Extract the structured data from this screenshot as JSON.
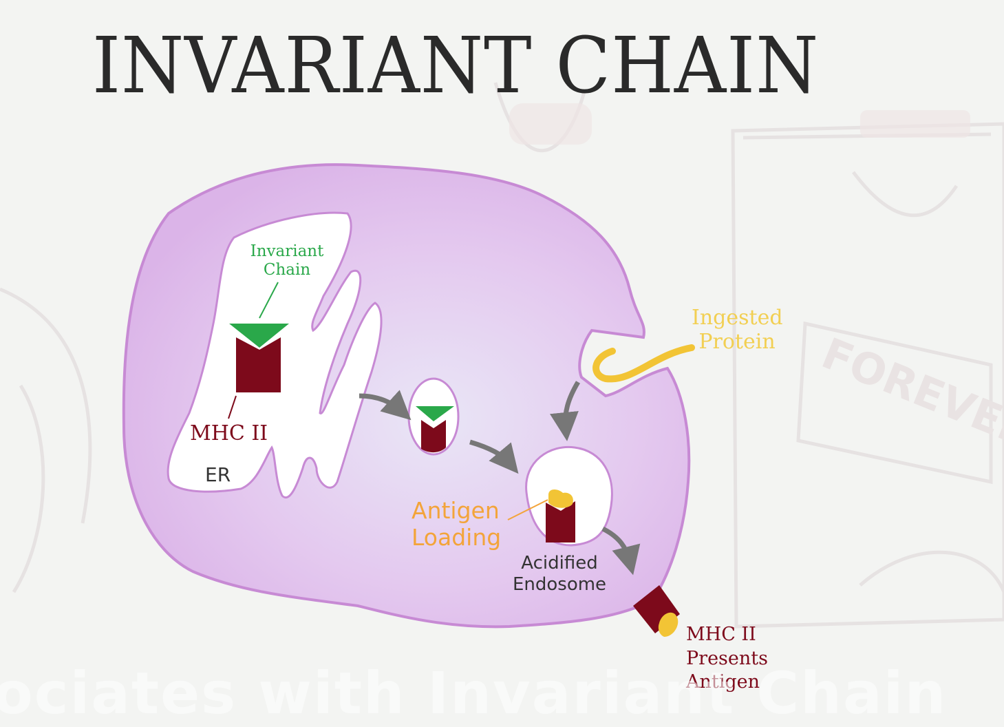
{
  "title": "INVARIANT CHAIN",
  "subtitle": "ociates with Invariant Chain",
  "background_text": "FOREVER",
  "labels": {
    "invariant_chain": "Invariant\nChain",
    "mhc_ii": "MHC II",
    "er": "ER",
    "ingested_protein": "Ingested\nProtein",
    "antigen_loading": "Antigen\nLoading",
    "acidified_endosome": "Acidified\nEndosome",
    "mhc_presents": "MHC II\nPresents\nAntigen"
  },
  "colors": {
    "cell_fill": "#e8c8ee",
    "cell_stroke": "#c98bd6",
    "mhc": "#7d0a1b",
    "invariant": "#2aa84a",
    "antigen": "#f2c435",
    "antigen_label": "#f3a43a",
    "arrow": "#777777",
    "text_dark": "#333333"
  }
}
